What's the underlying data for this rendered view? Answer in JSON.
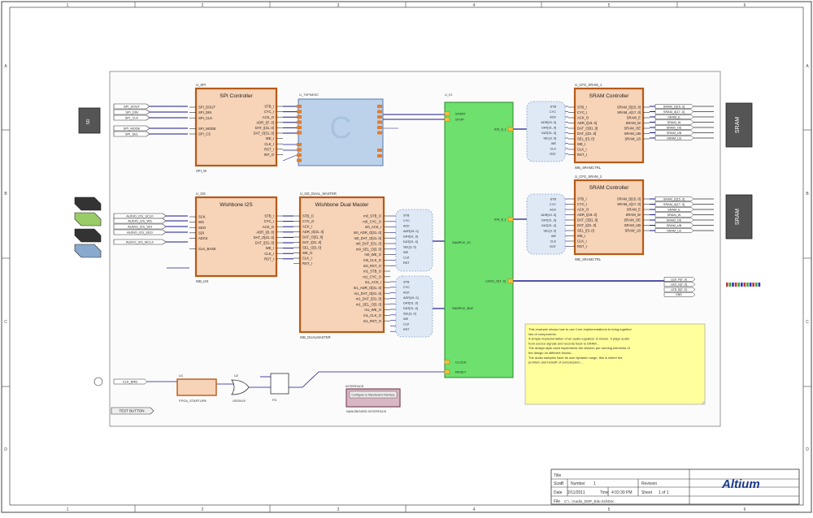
{
  "border": {
    "columns": [
      "1",
      "2",
      "3",
      "4",
      "5",
      "6"
    ],
    "rows": [
      "A",
      "B",
      "C",
      "D"
    ]
  },
  "blocks": {
    "spi": {
      "ref": "U_SPI",
      "title": "SPI Controller",
      "left_pins": [
        "SPI_DOUT",
        "SPI_DIN",
        "SPI_CLK",
        "",
        "SPI_MODE",
        "SPI_CS"
      ],
      "right_pins": [
        "STB_I",
        "CYC_I",
        "ACK_O",
        "ADR_I[7..0]",
        "DAT_I[31..0]",
        "DAT_O[31..0]",
        "WE_I",
        "CLK_I",
        "RST_I",
        "INT_O"
      ],
      "label": "SPI_W"
    },
    "i2s": {
      "ref": "U_I2S",
      "title": "Wishbone I2S",
      "left_pins": [
        "SCK",
        "WS",
        "SDO",
        "SDI",
        "ADCK",
        "",
        "CLK_BASE"
      ],
      "right_pins": [
        "STB_I",
        "CYC_I",
        "ACK_O",
        "ADR_I[3..0]",
        "DAT_O[31..0]",
        "DAT_I[31..0]",
        "WE_I",
        "CLK_I",
        "RST_I"
      ],
      "label": "WB_I2S"
    },
    "master": {
      "ref": "U_I2S_DUAL_MASTER",
      "title": "Wishbone Dual Master",
      "left_pins": [
        "STB_O",
        "CYC_O",
        "ACK_I",
        "ADR_O[31..0]",
        "DAT_O[31..0]",
        "DAT_I[31..0]",
        "SEL_O[3..0]",
        "WE_O",
        "CLK_I",
        "RST_I"
      ],
      "right_pins": [
        "m0_STB_O",
        "m0_CYC_O",
        "m0_ACK_I",
        "m0_ADR_O[31..0]",
        "m0_DAT_O[31..0]",
        "m0_DAT_I[31..0]",
        "m0_SEL_O[3..0]",
        "m0_WE_O",
        "m0_CLK_O",
        "m0_RST_O",
        "m1_STB_O",
        "m1_CYC_O",
        "m1_ACK_I",
        "m1_ADR_O[31..0]",
        "m1_DAT_O[31..0]",
        "m1_DAT_I[31..0]",
        "m1_SEL_O[3..0]",
        "m1_WE_O",
        "m1_CLK_O",
        "m1_RST_O"
      ],
      "label": "WB_DUALMASTER"
    },
    "sram1": {
      "ref": "U_CFG_SRAM_1",
      "title": "SRAM Controller",
      "left_pins": [
        "STB_I",
        "CYC_I",
        "ACK_O",
        "ADR_I[19..0]",
        "DAT_O[31..0]",
        "DAT_I[31..0]",
        "SEL_I[3..0]",
        "WE_I",
        "CLK_I",
        "RST_I"
      ],
      "right_pins": [
        "SRAM_D[15..0]",
        "SRAM_A[17..0]",
        "SRAM_E",
        "SRAM_W",
        "SRAM_OE",
        "SRAM_UB",
        "SRAM_LB"
      ],
      "label": "WB_SRAMCTRL"
    },
    "sram2": {
      "ref": "U_CFG_SRAM_2",
      "title": "SRAM Controller",
      "left_pins": [
        "STB_I",
        "CYC_I",
        "ACK_O",
        "ADR_I[19..0]",
        "DAT_O[31..0]",
        "DAT_I[31..0]",
        "SEL_I[3..0]",
        "WE_I",
        "CLK_I",
        "RST_I"
      ],
      "right_pins": [
        "SRAM_D[15..0]",
        "SRAM_A[17..0]",
        "SRAM_E",
        "SRAM_W",
        "SRAM_OE",
        "SRAM_UB",
        "SRAM_LB"
      ],
      "label": "WB_SRAMCTRL"
    },
    "proc": {
      "ref": "U_IO",
      "left_pins": [
        "START",
        "STOP",
        "",
        "",
        "CLOCK",
        "RESET"
      ],
      "right_pins": [
        "IO0_I[..]",
        "IO4_I[..]",
        "LEDS_O[7..0]"
      ],
      "mid_labels": [
        "SAMPLE_IO",
        "SAMPLE_BUF"
      ]
    }
  },
  "ports_left": [
    "SPI_DOUT",
    "SPI_DIN",
    "SPI_CLK",
    "SPI_MODE",
    "SPI_SEL",
    "AUDIO_I2S_SCLK",
    "AUDIO_I2S_WS",
    "AUDIO_I2S_SDI",
    "AUDIO_I2S_SDO",
    "AUDIO_I2S_MCLK"
  ],
  "ports_right1": [
    "SRAM_D[15..0]",
    "SRAM_A[17..0]",
    "SRAM_E",
    "SRAM_W",
    "SRAM_OE",
    "SRAM_UB",
    "SRAM_LB"
  ],
  "ports_right2": [
    "SRAM_D[15..0]",
    "SRAM_A[17..0]",
    "SRAM_E",
    "SRAM_W",
    "SRAM_OE",
    "SRAM_UB",
    "SRAM_LB"
  ],
  "leds": [
    "LED_R[7..0]",
    "LED_G[7..0]",
    "LED_B[7..0]",
    "GND"
  ],
  "connectors": {
    "left": "SD",
    "right1": "SRAM",
    "right2": "SRAM"
  },
  "bottom": {
    "clk_label": "CLK_BRD",
    "test_btn": "TEST BUTTON",
    "u1": "U1",
    "startup": "FPGA_STARTUP8",
    "and_label": "U2",
    "gate": "OR2N1S",
    "fd": "FD",
    "nb_iface": "INTERFACE",
    "nb_title": "Configure to Nanoboard Interface",
    "nb_label": "NANOBOARD INTERFACE"
  },
  "note": "This example shows how to use Core implementations to bring together lots of components.\n\nA simple implementation of an audio equalizer is shown. It plays audio from source signals and records back to SRAM...\n\nThe design style used implements the division per running elements of the design on different blocks...\n\nThe audio samples have its own dynamic range, this is where the problem and benefit of compression...",
  "titleblock": {
    "title_label": "Title",
    "title_value": "",
    "size_label": "Size",
    "size_value": "B",
    "number_label": "Number",
    "number_value": "1",
    "revision_label": "Revision",
    "revision_value": "",
    "date_label": "Date",
    "date_value": "2/11/2011",
    "time_label": "Time",
    "time_value": "4:02:30 PM",
    "sheet_label": "Sheet",
    "sheet_value": "1 of 1",
    "file_label": "File",
    "file_value": "C:\\...\\Audio_DSP_Edu.SchDoc",
    "logo": "Altium"
  },
  "colors": {
    "block_fill": "#f7d3b7",
    "block_border": "#b65a18",
    "green": "#6de06d",
    "iface_blue": "#bcd2ea",
    "note_bg": "#ffff9c",
    "wire": "#1a1a8c"
  }
}
